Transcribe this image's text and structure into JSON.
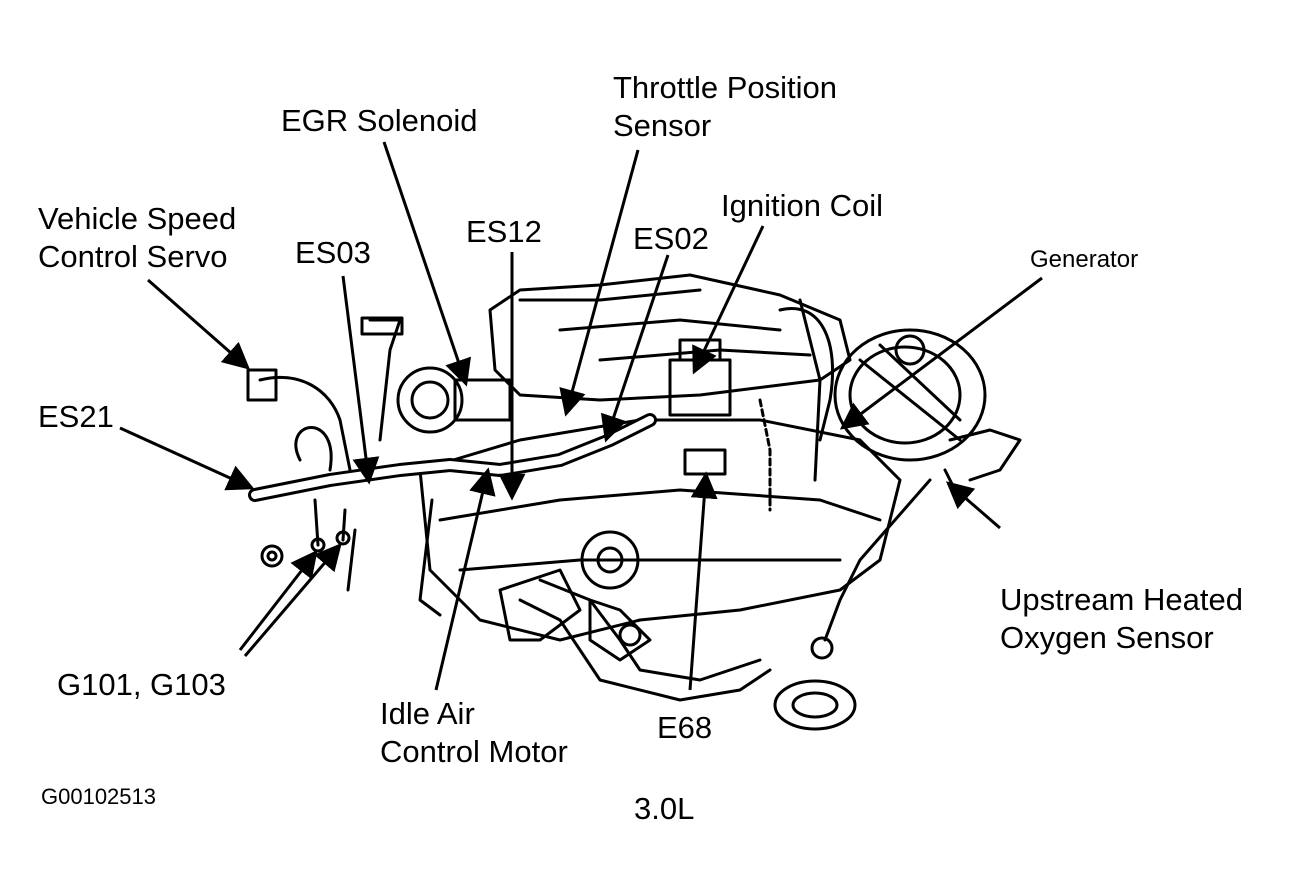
{
  "labels": {
    "vehicle_speed_control_servo": [
      "Vehicle Speed",
      "Control Servo"
    ],
    "egr_solenoid": "EGR Solenoid",
    "throttle_position_sensor": [
      "Throttle Position",
      "Sensor"
    ],
    "ignition_coil": "Ignition Coil",
    "es03": "ES03",
    "es12": "ES12",
    "es02": "ES02",
    "generator": "Generator",
    "es21": "ES21",
    "upstream_heated_oxygen_sensor": [
      "Upstream Heated",
      "Oxygen Sensor"
    ],
    "g101_g103": "G101, G103",
    "idle_air_control_motor": [
      "Idle Air",
      "Control Motor"
    ],
    "e68": "E68",
    "figure_code": "G00102513",
    "engine_label": "3.0L"
  },
  "colors": {
    "ink": "#000000",
    "paper": "#ffffff"
  }
}
